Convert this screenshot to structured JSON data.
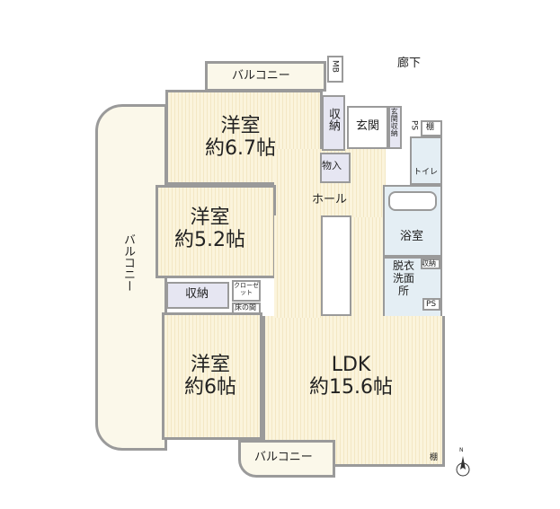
{
  "rooms": {
    "western_room_1": {
      "name": "洋室",
      "size": "約6.7帖"
    },
    "western_room_2": {
      "name": "洋室",
      "size": "約5.2帖"
    },
    "western_room_3": {
      "name": "洋室",
      "size": "約6帖"
    },
    "ldk": {
      "name": "LDK",
      "size": "約15.6帖"
    }
  },
  "labels": {
    "balcony_top": "バルコニー",
    "balcony_left": "バルコニー",
    "balcony_bottom": "バルコニー",
    "corridor": "廊下",
    "mb": "MB",
    "storage_top": "収納",
    "entrance": "玄関",
    "entrance_storage": "玄関収納",
    "ps_top": "PS",
    "shelf_top": "棚",
    "toilet": "トイレ",
    "closet_small": "物入",
    "hall": "ホール",
    "bathroom": "浴室",
    "washroom": "脱衣洗面所",
    "storage_wash": "収納",
    "ps_wash": "PS",
    "storage_left": "収納",
    "closet": "クローゼット",
    "tokonoma": "床の間",
    "shelf_bottom": "棚",
    "north": "N"
  }
}
